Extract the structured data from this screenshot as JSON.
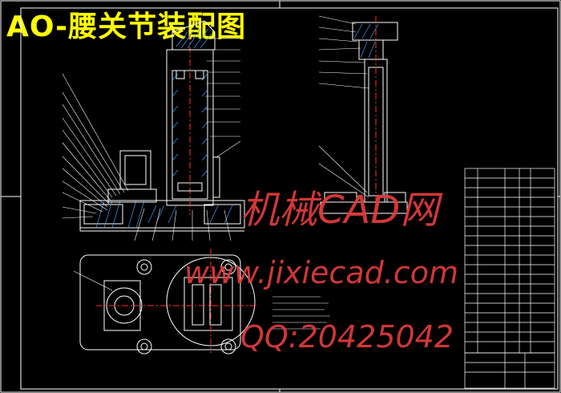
{
  "drawing": {
    "title": "AO-腰关节装配图"
  },
  "watermark": {
    "site_name": "机械CAD网",
    "url": "www.jixiecad.com",
    "qq": "QQ:20425042"
  },
  "colors": {
    "background": "#000000",
    "title": "#ffff00",
    "lines": "#ffffff",
    "callouts": "#00d000",
    "centerlines": "#ff3030",
    "hatch": "#3aa0ff",
    "watermark": "#e23c3c",
    "title_block": "#ffffff"
  }
}
